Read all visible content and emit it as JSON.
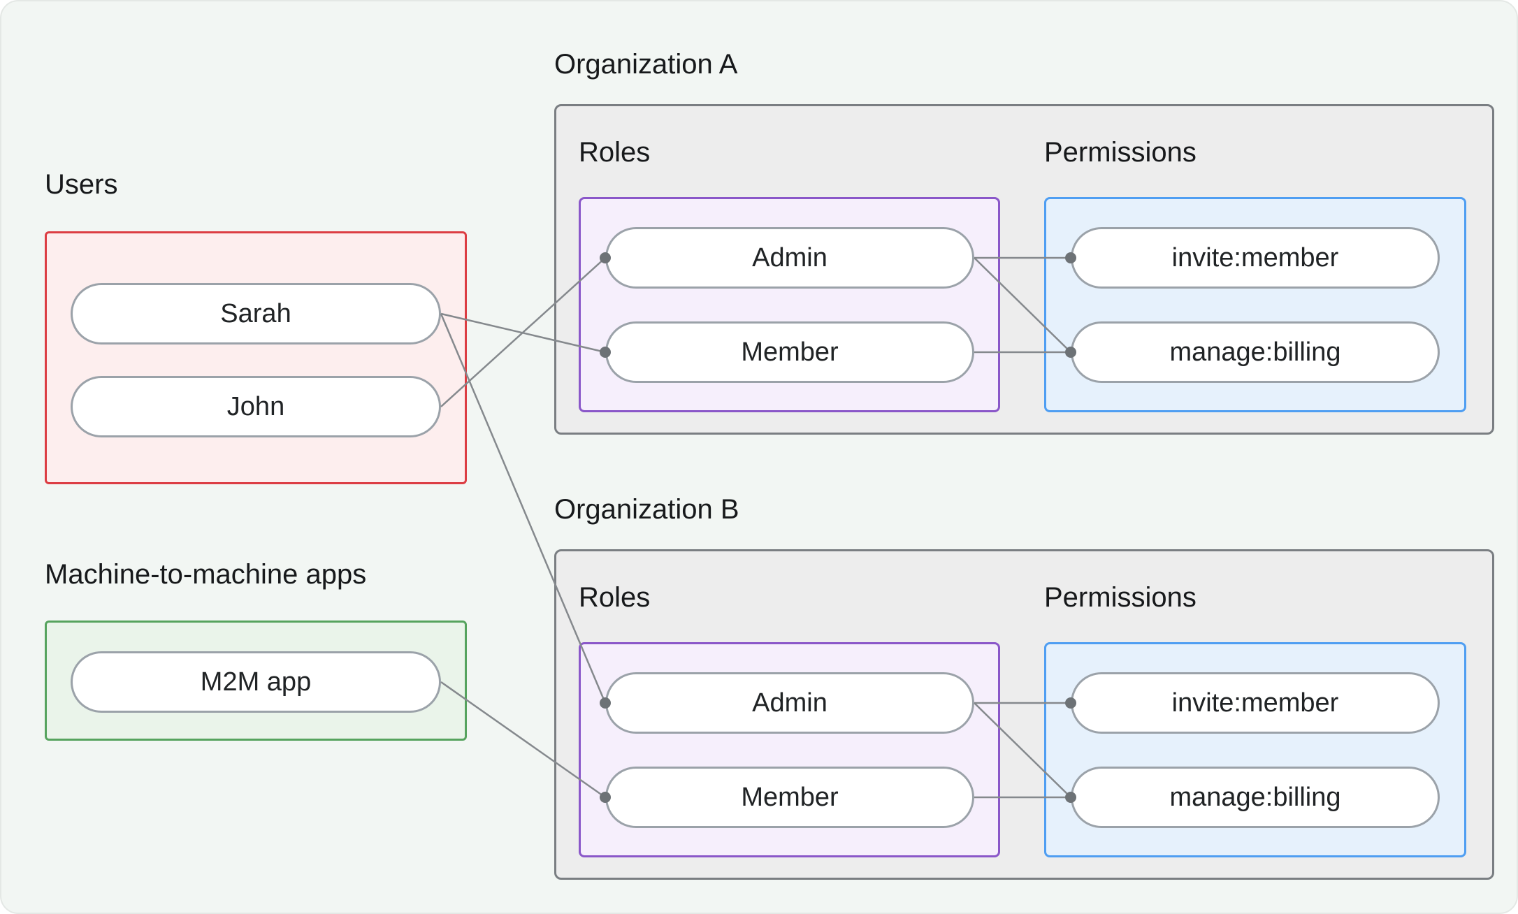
{
  "colors": {
    "background": "#f2f6f3",
    "users_border": "#dc3d43",
    "users_fill": "#fdeeee",
    "m2m_border": "#56a35e",
    "m2m_fill": "#eaf4ea",
    "org_border": "#7a7e82",
    "org_fill": "#ededed",
    "roles_border": "#8a57c9",
    "roles_fill": "#f6effc",
    "permissions_border": "#4f9ef2",
    "permissions_fill": "#e6f1fc",
    "pill_border": "#9ba2a9",
    "connector": "#85898d"
  },
  "users_section": {
    "title": "Users",
    "users": [
      "Sarah",
      "John"
    ]
  },
  "m2m_section": {
    "title": "Machine-to-machine apps",
    "apps": [
      "M2M app"
    ]
  },
  "organizations": [
    {
      "title": "Organization A",
      "roles_label": "Roles",
      "permissions_label": "Permissions",
      "roles": [
        "Admin",
        "Member"
      ],
      "permissions": [
        "invite:member",
        "manage:billing"
      ]
    },
    {
      "title": "Organization B",
      "roles_label": "Roles",
      "permissions_label": "Permissions",
      "roles": [
        "Admin",
        "Member"
      ],
      "permissions": [
        "invite:member",
        "manage:billing"
      ]
    }
  ],
  "connections": [
    {
      "from": "Sarah",
      "to": "Organization A / Member"
    },
    {
      "from": "John",
      "to": "Organization A / Admin"
    },
    {
      "from": "Sarah",
      "to": "Organization B / Admin"
    },
    {
      "from": "M2M app",
      "to": "Organization B / Member"
    },
    {
      "from": "Organization A / Admin",
      "to": "Organization A / invite:member"
    },
    {
      "from": "Organization A / Admin",
      "to": "Organization A / manage:billing"
    },
    {
      "from": "Organization A / Member",
      "to": "Organization A / manage:billing"
    },
    {
      "from": "Organization B / Admin",
      "to": "Organization B / invite:member"
    },
    {
      "from": "Organization B / Admin",
      "to": "Organization B / manage:billing"
    },
    {
      "from": "Organization B / Member",
      "to": "Organization B / manage:billing"
    }
  ]
}
